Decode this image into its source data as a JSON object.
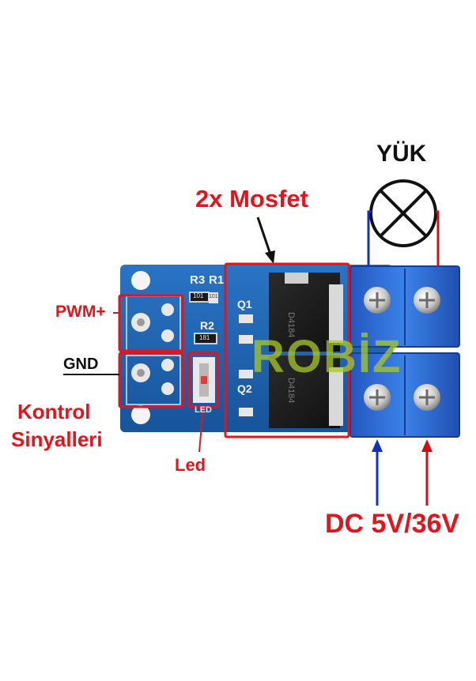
{
  "labels": {
    "load": "YÜK",
    "mosfet": "2x Mosfet",
    "pwm": "PWM+",
    "gnd": "GND",
    "control_line1": "Kontrol",
    "control_line2": "Sinyalleri",
    "led": "Led",
    "dc": "DC 5V/36V",
    "watermark": "ROBİZ"
  },
  "silkscreen": {
    "r3": "R3",
    "r1": "R1",
    "r2": "R2",
    "q1": "Q1",
    "q2": "Q2",
    "led": "LED",
    "res1": "101",
    "res2": "181",
    "res3": "101",
    "chip1": "D4184",
    "chip2": "D4184"
  },
  "colors": {
    "annotation": "#e3141b",
    "pcb": "#1b5fa8",
    "terminal": "#2f6fd6",
    "wire_blue": "#1030c8",
    "wire_red": "#d01010"
  }
}
